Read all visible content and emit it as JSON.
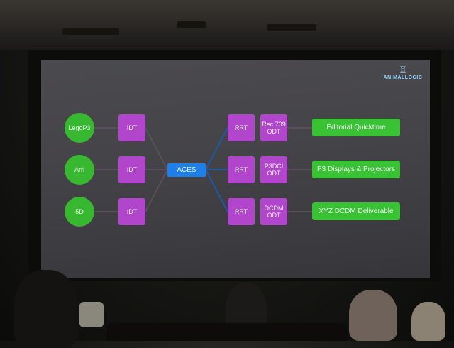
{
  "slide": {
    "logo": {
      "icon": "pillar-icon",
      "text": "ANIMALLOGIC"
    },
    "sources": [
      {
        "label": "LegoP3",
        "idt_label": "IDT"
      },
      {
        "label": "Arri",
        "idt_label": "IDT"
      },
      {
        "label": "5D",
        "idt_label": "IDT"
      }
    ],
    "aces_label": "ACES",
    "pipelines": [
      {
        "rrt_label": "RRT",
        "odt_label": "Rec 709 ODT",
        "output_label": "Editorial Quicktime"
      },
      {
        "rrt_label": "RRT",
        "odt_label": "P3DCI ODT",
        "output_label": "P3 Displays & Projectors"
      },
      {
        "rrt_label": "RRT",
        "odt_label": "DCDM ODT",
        "output_label": "XYZ DCDM Deliverable"
      }
    ],
    "colors": {
      "source": "#38b830",
      "transform": "#b146cc",
      "aces": "#1f7fe8",
      "output": "#38c234",
      "connector": "#5a4e5c",
      "aces_connector": "#1c5aa8"
    }
  }
}
